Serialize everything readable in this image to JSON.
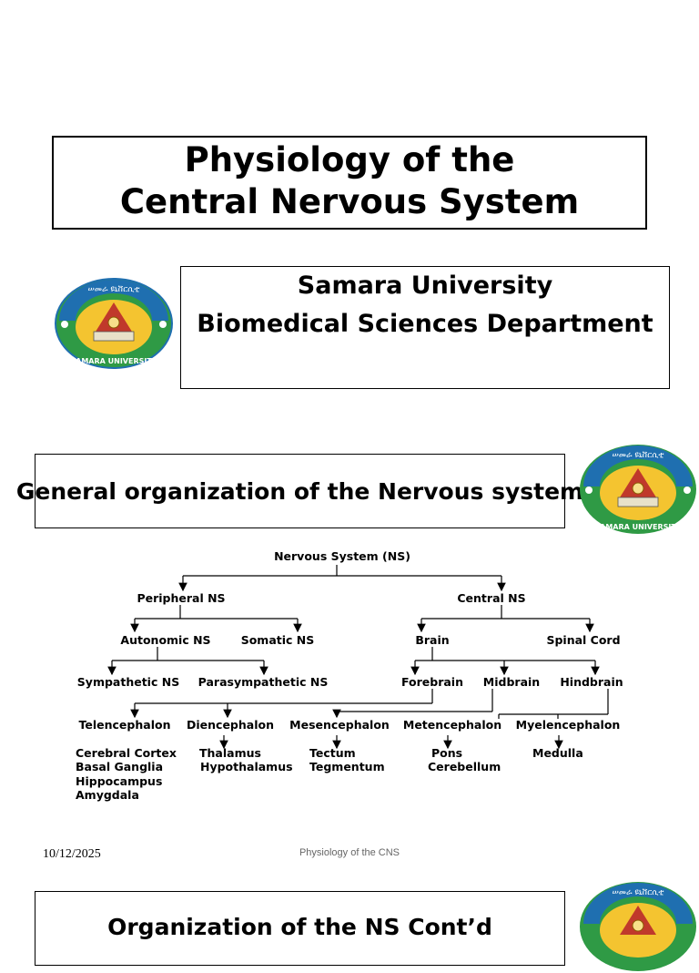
{
  "slide1": {
    "title_line1": "Physiology of the",
    "title_line2": "Central Nervous System",
    "institution_line1": "Samara University",
    "institution_line2": "Biomedical Sciences Department"
  },
  "logo": {
    "top_text": "ሠመራ ዩኒቨርሲቲ",
    "bottom_text": "SAMARA UNIVERSITY",
    "colors": {
      "green": "#2f9a45",
      "blue": "#1f6fb0",
      "yellow": "#f4c430",
      "red": "#c0392b"
    }
  },
  "slide2": {
    "section_title": "General organization of the Nervous system",
    "tree": {
      "root": "Nervous System (NS)",
      "peripheral": "Peripheral NS",
      "central": "Central NS",
      "autonomic": "Autonomic NS",
      "somatic": "Somatic NS",
      "brain": "Brain",
      "spinal_cord": "Spinal Cord",
      "sympathetic": "Sympathetic NS",
      "parasympathetic": "Parasympathetic NS",
      "forebrain": "Forebrain",
      "midbrain": "Midbrain",
      "hindbrain": "Hindbrain",
      "telencephalon": "Telencephalon",
      "diencephalon": "Diencephalon",
      "mesencephalon": "Mesencephalon",
      "metencephalon": "Metencephalon",
      "myelencephalon": "Myelencephalon",
      "tel_parts": [
        "Cerebral Cortex",
        "Basal Ganglia",
        "Hippocampus",
        "Amygdala"
      ],
      "dien_parts": [
        "Thalamus",
        "Hypothalamus"
      ],
      "mes_parts": [
        "Tectum",
        "Tegmentum"
      ],
      "met_parts": [
        "Pons",
        "Cerebellum"
      ],
      "myel_parts": [
        "Medulla"
      ]
    },
    "footer_date": "10/12/2025",
    "footer_center": "Physiology of the CNS"
  },
  "slide3": {
    "section_title": "Organization of the NS Cont’d"
  }
}
